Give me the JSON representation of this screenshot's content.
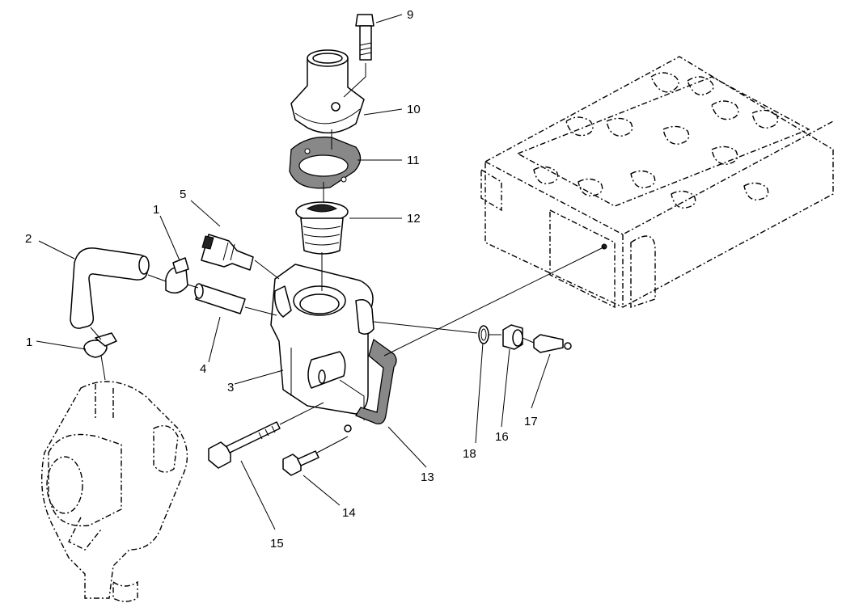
{
  "callouts": [
    "9",
    "10",
    "11",
    "12",
    "5",
    "1",
    "2",
    "4",
    "1",
    "3",
    "18",
    "16",
    "17",
    "13",
    "14",
    "15"
  ]
}
